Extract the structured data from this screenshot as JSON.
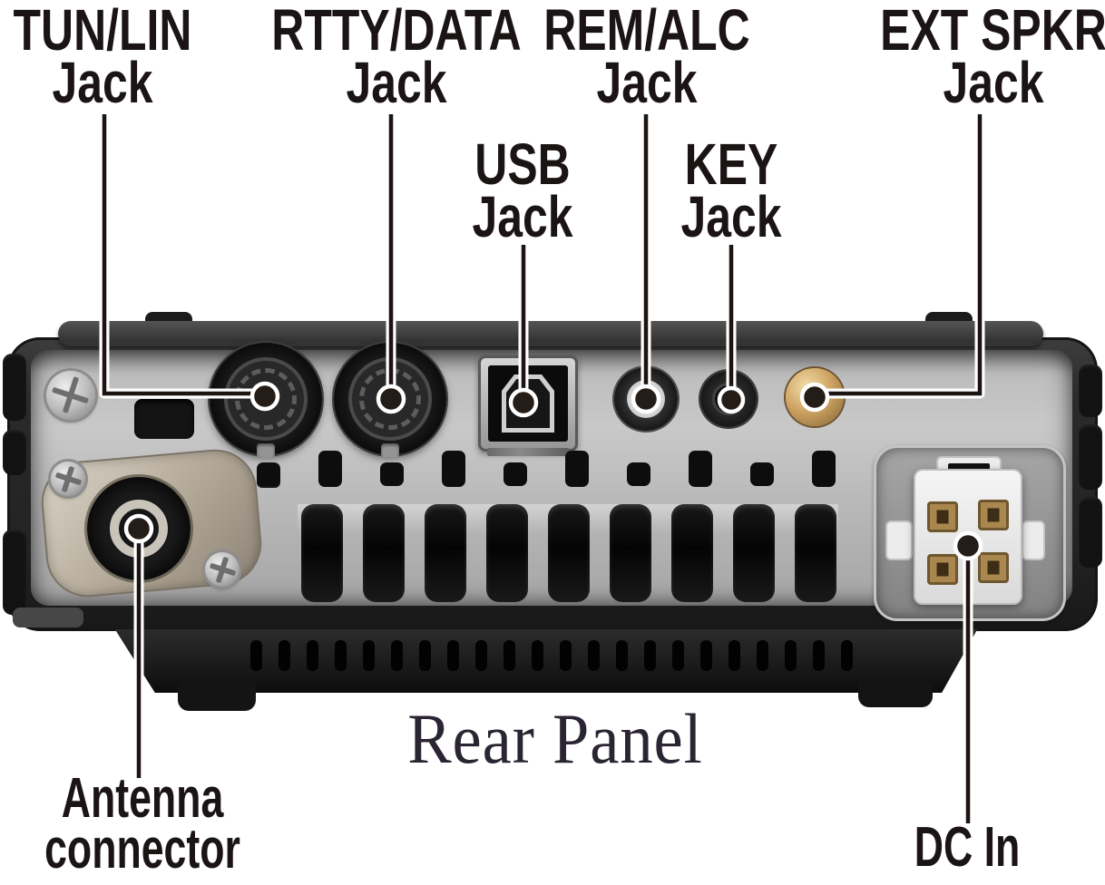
{
  "diagram": {
    "type": "transceiver-rear-panel-callout-diagram",
    "caption": "Rear Panel",
    "callouts": {
      "tun_lin": {
        "line1": "TUN/LIN",
        "line2": "Jack"
      },
      "rtty_data": {
        "line1": "RTTY/DATA",
        "line2": "Jack"
      },
      "usb": {
        "line1": "USB",
        "line2": "Jack"
      },
      "rem_alc": {
        "line1": "REM/ALC",
        "line2": "Jack"
      },
      "key": {
        "line1": "KEY",
        "line2": "Jack"
      },
      "ext_spkr": {
        "line1": "EXT SPKR",
        "line2": "Jack"
      },
      "antenna": {
        "line1": "Antenna",
        "line2": "connector"
      },
      "dc_in": {
        "line1": "DC In"
      }
    },
    "colors": {
      "background": "#ffffff",
      "label_text": "#1a1514",
      "caption_text": "#2b2533",
      "chassis_dark": "#262626",
      "panel_metal": "#bcbcbc",
      "ext_spkr_gold": "#cfa464",
      "dc_body_white": "#f0f0f0",
      "dc_pin_brass": "#aa874f",
      "leader_line": "#1b1410",
      "leader_outline": "#ffffff"
    }
  }
}
